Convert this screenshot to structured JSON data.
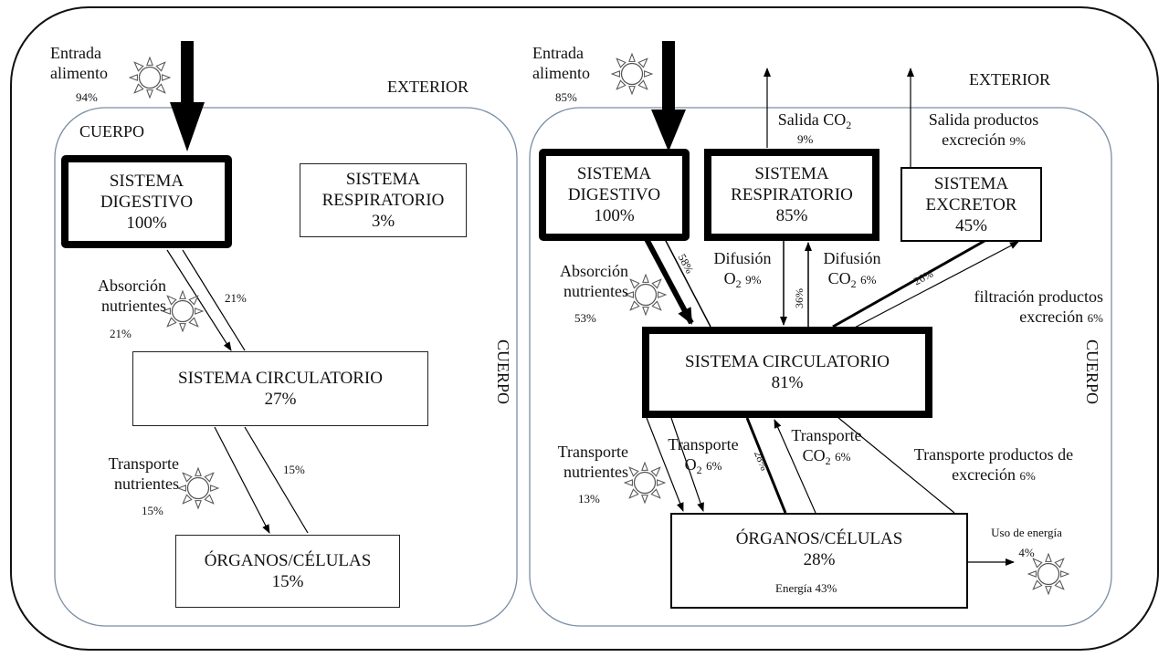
{
  "left": {
    "exterior_label": "EXTERIOR",
    "body_label": "CUERPO",
    "body_label_side": "CUERPO",
    "entrada": {
      "line1": "Entrada",
      "line2": "alimento",
      "pct": "94%"
    },
    "digestivo": {
      "line1": "SISTEMA",
      "line2": "DIGESTIVO",
      "pct": "100%"
    },
    "respiratorio": {
      "line1": "SISTEMA",
      "line2": "RESPIRATORIO",
      "pct": "3%"
    },
    "absorcion": {
      "line1": "Absorción",
      "line2": "nutrientes",
      "pct": "21%",
      "arrow_pct": "21%"
    },
    "circulatorio": {
      "line1": "SISTEMA CIRCULATORIO",
      "pct": "27%"
    },
    "transporte": {
      "line1": "Transporte",
      "line2": "nutrientes",
      "pct": "15%",
      "arrow_pct": "15%"
    },
    "organos": {
      "line1": "ÓRGANOS/CÉLULAS",
      "pct": "15%"
    }
  },
  "right": {
    "exterior_label": "EXTERIOR",
    "body_label_side": "CUERPO",
    "entrada": {
      "line1": "Entrada",
      "line2": "alimento",
      "pct": "85%"
    },
    "salida_co2": {
      "text": "Salida CO",
      "sub": "2",
      "pct": "9%"
    },
    "salida_excrecion": {
      "line1": "Salida productos",
      "line2": "excreción",
      "pct": "9%"
    },
    "digestivo": {
      "line1": "SISTEMA",
      "line2": "DIGESTIVO",
      "pct": "100%"
    },
    "respiratorio": {
      "line1": "SISTEMA",
      "line2": "RESPIRATORIO",
      "pct": "85%"
    },
    "excretor": {
      "line1": "SISTEMA",
      "line2": "EXCRETOR",
      "pct": "45%"
    },
    "absorcion": {
      "line1": "Absorción",
      "line2": "nutrientes",
      "pct": "53%",
      "arrow_pct": "58%"
    },
    "difusion_o2": {
      "line1": "Difusión",
      "gas": "O",
      "sub": "2",
      "pct": "9%"
    },
    "difusion_co2": {
      "line1": "Difusión",
      "gas": "CO",
      "sub": "2",
      "pct": "6%",
      "arrow_pct": "36%"
    },
    "filtracion": {
      "line1": "filtración productos",
      "line2": "excreción",
      "pct": "6%",
      "arrow_pct": "26%"
    },
    "circulatorio": {
      "line1": "SISTEMA CIRCULATORIO",
      "pct": "81%"
    },
    "transporte_nutrientes": {
      "line1": "Transporte",
      "line2": "nutrientes",
      "pct": "13%"
    },
    "transporte_o2": {
      "line1": "Transporte",
      "gas": "O",
      "sub": "2",
      "pct": "6%"
    },
    "transporte_co2": {
      "line1": "Transporte",
      "gas": "CO",
      "sub": "2",
      "pct": "6%",
      "arrow_pct": "28%"
    },
    "transporte_excrecion": {
      "line1": "Transporte productos de",
      "line2": "excreción",
      "pct": "6%"
    },
    "organos": {
      "line1": "ÓRGANOS/CÉLULAS",
      "pct": "28%",
      "energia_label": "Energía",
      "energia_pct": "43%"
    },
    "uso_energia": {
      "line1": "Uso de energía",
      "pct": "4%"
    }
  }
}
